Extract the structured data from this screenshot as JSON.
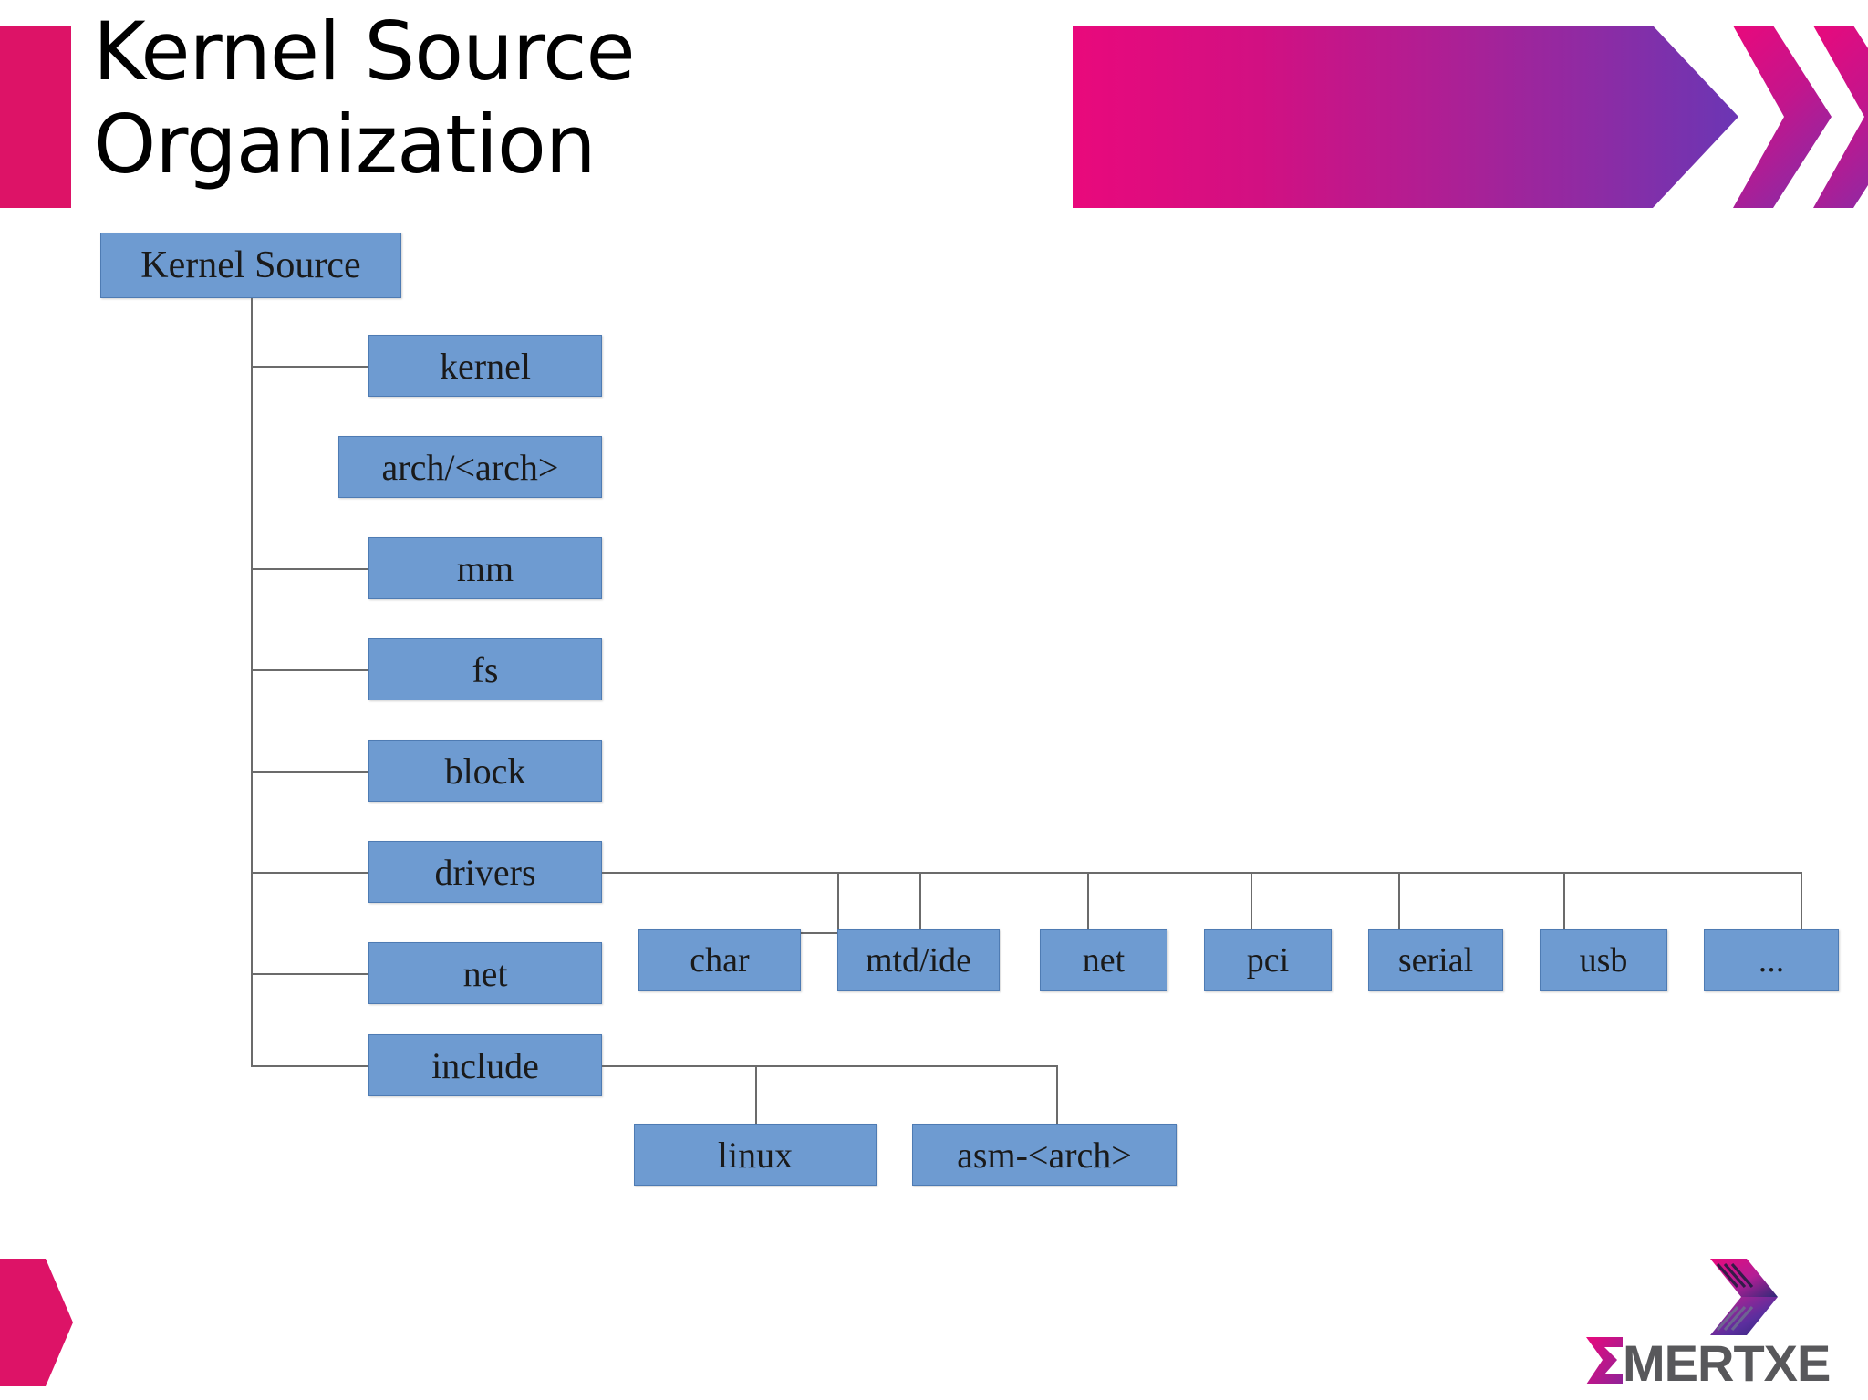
{
  "slide": {
    "title": "Kernel Source\nOrganization",
    "accent_color": "#DD1367",
    "node_fill": "#6E9BD1",
    "node_border": "#4E7BB3"
  },
  "header": {
    "banner_gradient_from": "#E9097C",
    "banner_gradient_to": "#6B36B4",
    "chevron_icon_1": "chevron-right-icon",
    "chevron_icon_2": "chevron-right-icon"
  },
  "footer": {
    "pentagon_icon": "pentagon-arrow-icon",
    "logo_name": "EMERTXE",
    "logo_mark_icon": "emertxe-chevron-icon"
  },
  "tree": {
    "root": {
      "label": "Kernel Source"
    },
    "level1": [
      {
        "label": "kernel",
        "connected": true
      },
      {
        "label": "arch/<arch>",
        "connected": false
      },
      {
        "label": "mm",
        "connected": true
      },
      {
        "label": "fs",
        "connected": true
      },
      {
        "label": "block",
        "connected": true
      },
      {
        "label": "drivers",
        "connected": true
      },
      {
        "label": "net",
        "connected": true
      },
      {
        "label": "include",
        "connected": true
      }
    ],
    "drivers_children": [
      {
        "label": "char"
      },
      {
        "label": "mtd/ide"
      },
      {
        "label": "net"
      },
      {
        "label": "pci"
      },
      {
        "label": "serial"
      },
      {
        "label": "usb"
      },
      {
        "label": "..."
      }
    ],
    "include_children": [
      {
        "label": "linux"
      },
      {
        "label": "asm-<arch>"
      }
    ]
  }
}
